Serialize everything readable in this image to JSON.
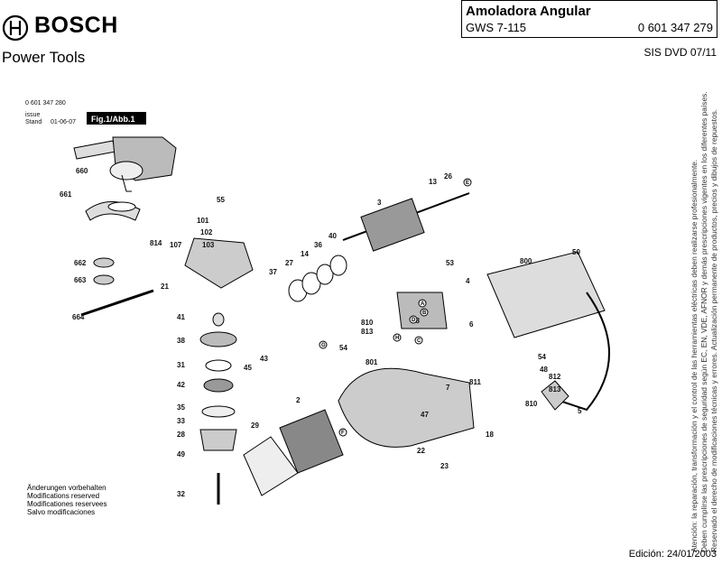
{
  "header": {
    "brand": "BOSCH",
    "product_line": "Power Tools",
    "title": "Amoladora Angular",
    "model": "GWS 7-115",
    "part_number": "0 601 347 279",
    "doc_version": "SIS DVD 07/11"
  },
  "figure_meta": {
    "part_number": "0 601 347 280",
    "issue_label": "issue",
    "stand_label": "Stand",
    "issue_date": "01-06-07",
    "figure_tag": "Fig.1/Abb.1"
  },
  "part_labels": {
    "p660": "660",
    "p661": "661",
    "p662": "662",
    "p663": "663",
    "p664": "664",
    "p55": "55",
    "p101": "101",
    "p102": "102",
    "p814": "814",
    "p107": "107",
    "p103": "103",
    "p21": "21",
    "p41": "41",
    "p38": "38",
    "p31": "31",
    "p42": "42",
    "p35": "35",
    "p33": "33",
    "p28": "28",
    "p49": "49",
    "p32": "32",
    "p37": "37",
    "p43": "43",
    "p45": "45",
    "p3": "3",
    "p13": "13",
    "p26": "26",
    "p27": "27",
    "p14": "14",
    "p36": "36",
    "p40": "40",
    "p53": "53",
    "p4": "4",
    "p6": "6",
    "p810a": "810",
    "p813a": "813",
    "p48a": "48",
    "p800": "800",
    "p50": "50",
    "p54a": "54",
    "p801": "801",
    "p2": "2",
    "p29": "29",
    "p7": "7",
    "p47": "47",
    "p22": "22",
    "p23": "23",
    "p18": "18",
    "p811": "811",
    "p54b": "54",
    "p48b": "48",
    "p812": "812",
    "p810b": "810",
    "p813b": "813",
    "p5": "5"
  },
  "markers": {
    "a": "A",
    "b": "B",
    "c": "C",
    "d": "D",
    "e": "E",
    "f": "F",
    "g": "G",
    "h": "H"
  },
  "footer": {
    "rights": [
      "Änderungen vorbehalten",
      "Modifications reserved",
      "Modificationes reservees",
      "Salvo modificaciones"
    ],
    "edition": "Edición: 24/01/2003"
  },
  "disclaimer_lines": [
    "Atención: la reparación, transformación y el control de las herramientas eléctricas deben realizarse profesionalmente.",
    "Deben cumplirse las prescripciones de seguridad según EC, EN, VDE, AFNOR y demás prescripciones vigentes en los diferentes países.",
    "Reservado el derecho de modificaciones técnicas y errores. Actualización permanente de productos, precios y dibujos de repuestos."
  ]
}
